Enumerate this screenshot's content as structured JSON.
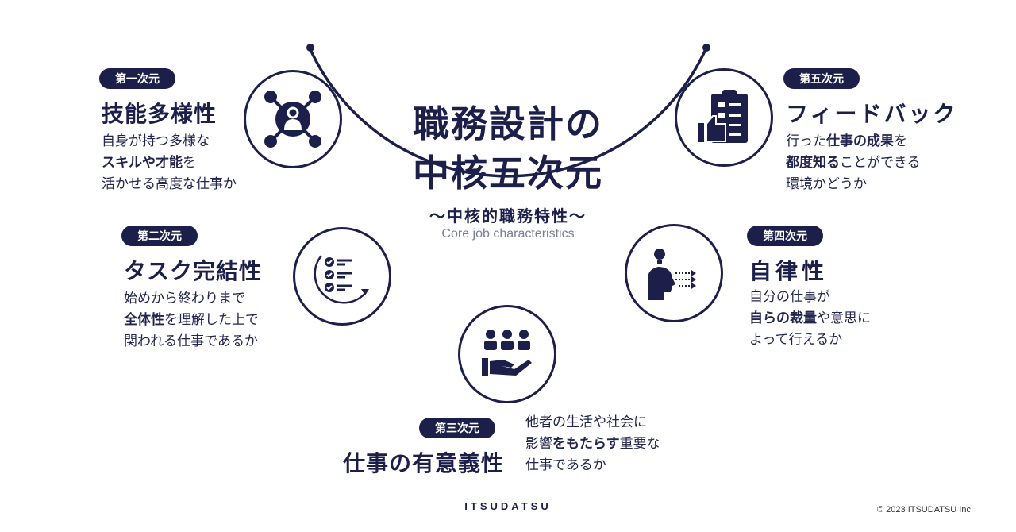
{
  "title": {
    "line1": "職務設計の",
    "line2": "中核五次元",
    "subtitle": "〜中核的職務特性〜",
    "english": "Core job characteristics"
  },
  "dimensions": [
    {
      "badge": "第一次元",
      "heading": "技能多様性",
      "icon": "network-person-icon",
      "lines": [
        [
          {
            "t": "自身が持つ多様な",
            "b": false
          }
        ],
        [
          {
            "t": "スキルや才能",
            "b": true
          },
          {
            "t": "を",
            "b": false
          }
        ],
        [
          {
            "t": "活かせる高度な仕事か",
            "b": false
          }
        ]
      ]
    },
    {
      "badge": "第二次元",
      "heading": "タスク完結性",
      "icon": "checklist-cycle-icon",
      "lines": [
        [
          {
            "t": "始めから終わりまで",
            "b": false
          }
        ],
        [
          {
            "t": "全体性",
            "b": true
          },
          {
            "t": "を理解した上で",
            "b": false
          }
        ],
        [
          {
            "t": "関われる仕事であるか",
            "b": false
          }
        ]
      ]
    },
    {
      "badge": "第三次元",
      "heading": "仕事の有意義性",
      "icon": "team-hand-icon",
      "lines": [
        [
          {
            "t": "他者の生活や社会に",
            "b": false
          }
        ],
        [
          {
            "t": "影響",
            "b": false
          },
          {
            "t": "をもたらす",
            "b": true
          },
          {
            "t": "重要な",
            "b": false
          }
        ],
        [
          {
            "t": "仕事であるか",
            "b": false
          }
        ]
      ]
    },
    {
      "badge": "第四次元",
      "heading": "自律性",
      "icon": "head-idea-icon",
      "lines": [
        [
          {
            "t": "自分の仕事が",
            "b": false
          }
        ],
        [
          {
            "t": "自らの裁量",
            "b": true
          },
          {
            "t": "や意思に",
            "b": false
          }
        ],
        [
          {
            "t": "よって行えるか",
            "b": false
          }
        ]
      ]
    },
    {
      "badge": "第五次元",
      "heading": "フィードバック",
      "icon": "clipboard-thumbs-up-icon",
      "lines": [
        [
          {
            "t": "行った",
            "b": false
          },
          {
            "t": "仕事の成果",
            "b": true
          },
          {
            "t": "を",
            "b": false
          }
        ],
        [
          {
            "t": "都度知る",
            "b": true
          },
          {
            "t": "ことができる",
            "b": false
          }
        ],
        [
          {
            "t": "環境かどうか",
            "b": false
          }
        ]
      ]
    }
  ],
  "footer": {
    "logo": "ITSUDATSU",
    "copyright": "© 2023 ITSUDATSU Inc."
  },
  "colors": {
    "navy": "#1c1f4a",
    "gray": "#7a7d99",
    "gold": "#d8a84a"
  }
}
